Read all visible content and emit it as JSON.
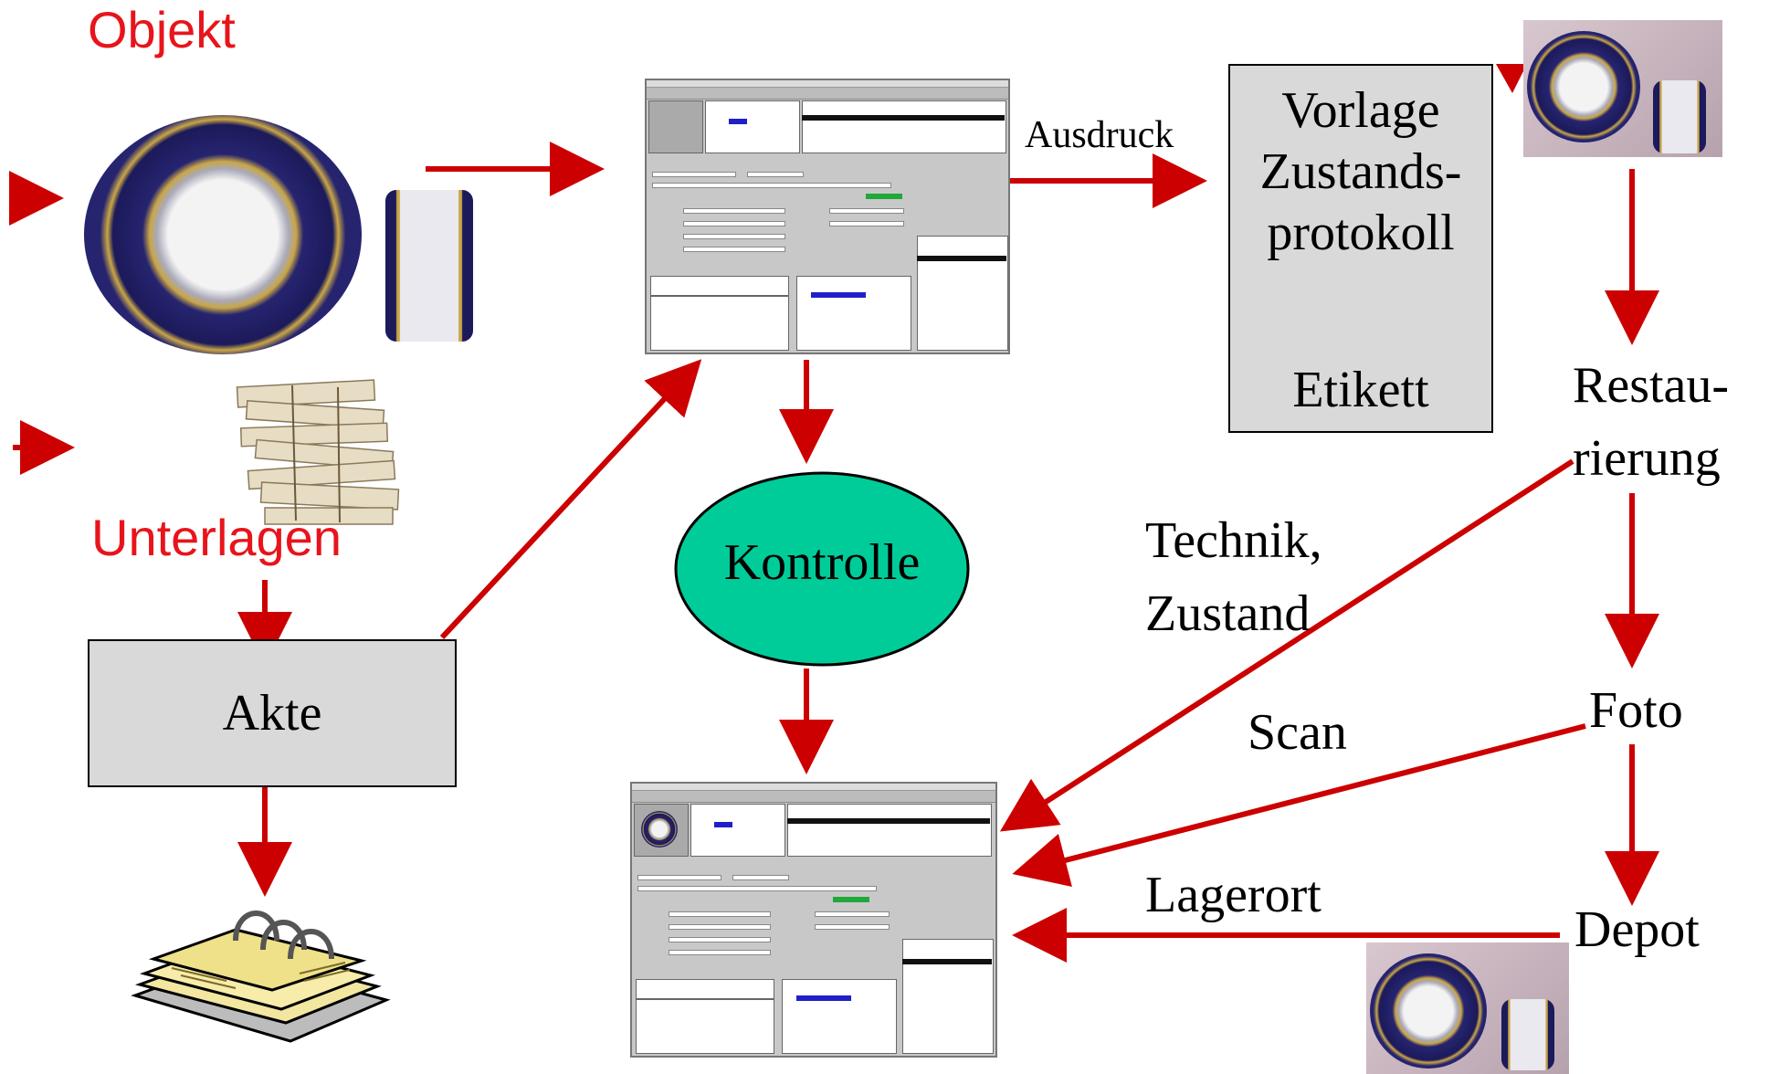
{
  "labels": {
    "objekt": "Objekt",
    "unterlagen": "Unterlagen",
    "akte": "Akte",
    "ausdruck": "Ausdruck",
    "vorlage": "Vorlage",
    "zustands": "Zustands-",
    "protokoll": "protokoll",
    "etikett": "Etikett",
    "kontrolle": "Kontrolle",
    "restau": "Restau-",
    "rierung": "rierung",
    "technik": "Technik,",
    "zustand": "Zustand",
    "scan": "Scan",
    "foto": "Foto",
    "lagerort": "Lagerort",
    "depot": "Depot"
  },
  "colors": {
    "arrow": "#cc0000",
    "label_red": "#e8141b",
    "box_fill": "#d9d9d9",
    "ellipse_fill": "#00cc99",
    "text": "#000000"
  },
  "icons": {
    "porcelain_photo": "porcelain-photo-icon",
    "documents_stack": "documents-stack-icon",
    "ring_binder": "ring-binder-icon",
    "database_screenshot": "database-screenshot-icon"
  }
}
